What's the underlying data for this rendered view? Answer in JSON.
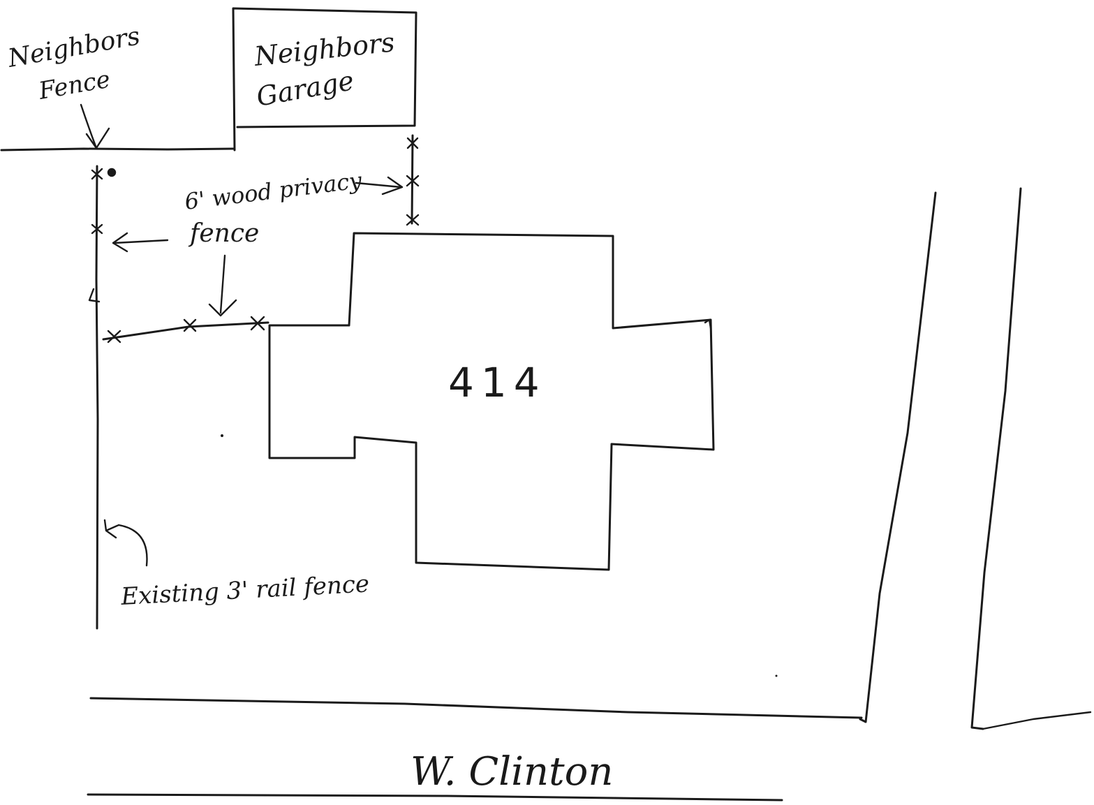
{
  "labels": {
    "neighbors_fence": [
      "Neighbors",
      "Fence"
    ],
    "neighbors_garage": [
      "Neighbors",
      "Garage"
    ],
    "privacy_fence": [
      "6' wood privacy",
      "fence"
    ],
    "house_number": "414",
    "existing_fence": "Existing 3' rail fence",
    "street": "W. Clinton"
  },
  "colors": {
    "ink": "#1a1a1a",
    "paper": "#ffffff"
  }
}
